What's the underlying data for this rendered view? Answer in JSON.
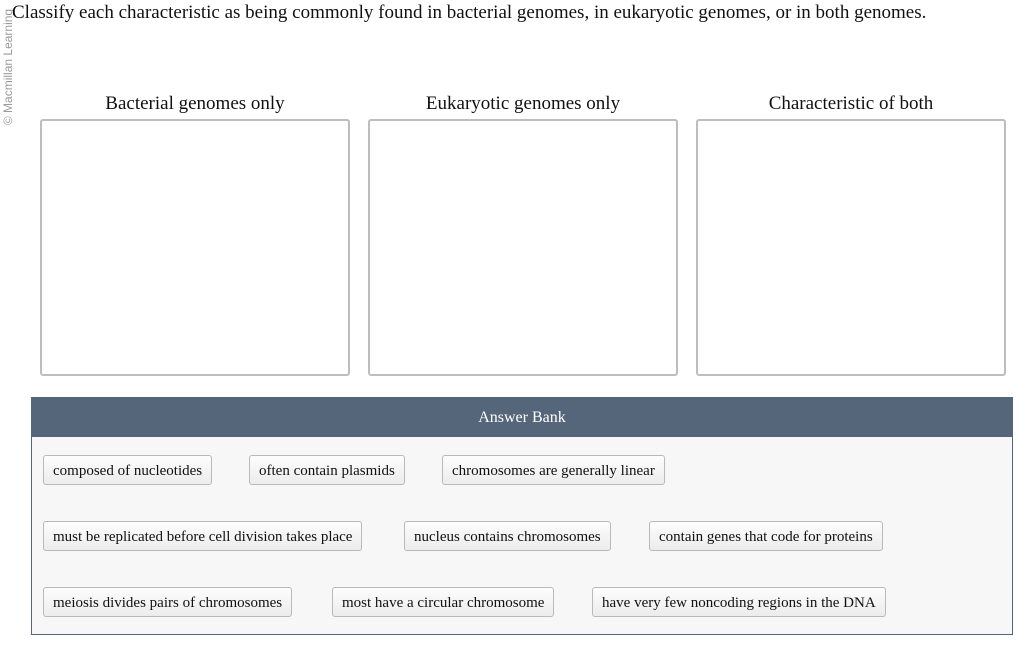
{
  "watermark": "© Macmillan Learning",
  "prompt": "Classify each characteristic as being commonly found in bacterial genomes, in eukaryotic genomes, or in both genomes.",
  "bins": [
    {
      "title": "Bacterial genomes only"
    },
    {
      "title": "Eukaryotic genomes only"
    },
    {
      "title": "Characteristic of both"
    }
  ],
  "answer_bank": {
    "title": "Answer Bank",
    "items": [
      "composed of nucleotides",
      "often contain plasmids",
      "chromosomes are generally linear",
      "must be replicated before cell division takes place",
      "nucleus contains chromosomes",
      "contain genes that code for proteins",
      "meiosis divides pairs of chromosomes",
      "most have a circular chromosome",
      "have very few noncoding regions in the DNA"
    ]
  }
}
